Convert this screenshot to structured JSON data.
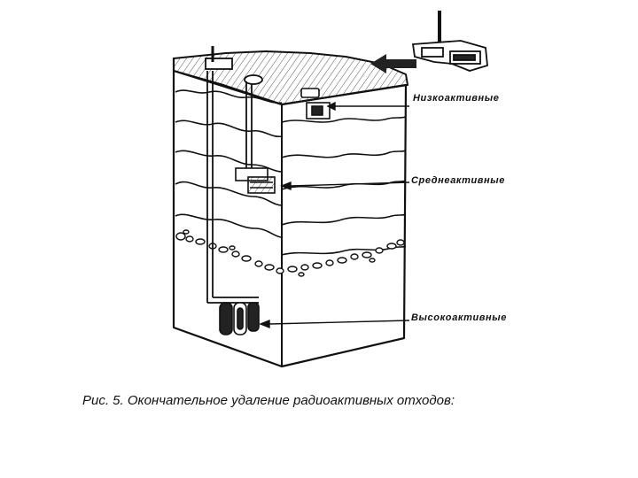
{
  "labels": {
    "low": "Низкоактивные",
    "medium": "Среднеактивные",
    "high": "Высокоактивные"
  },
  "caption": "Рис. 5. Окончательное удаление радиоактивных отходов:"
}
